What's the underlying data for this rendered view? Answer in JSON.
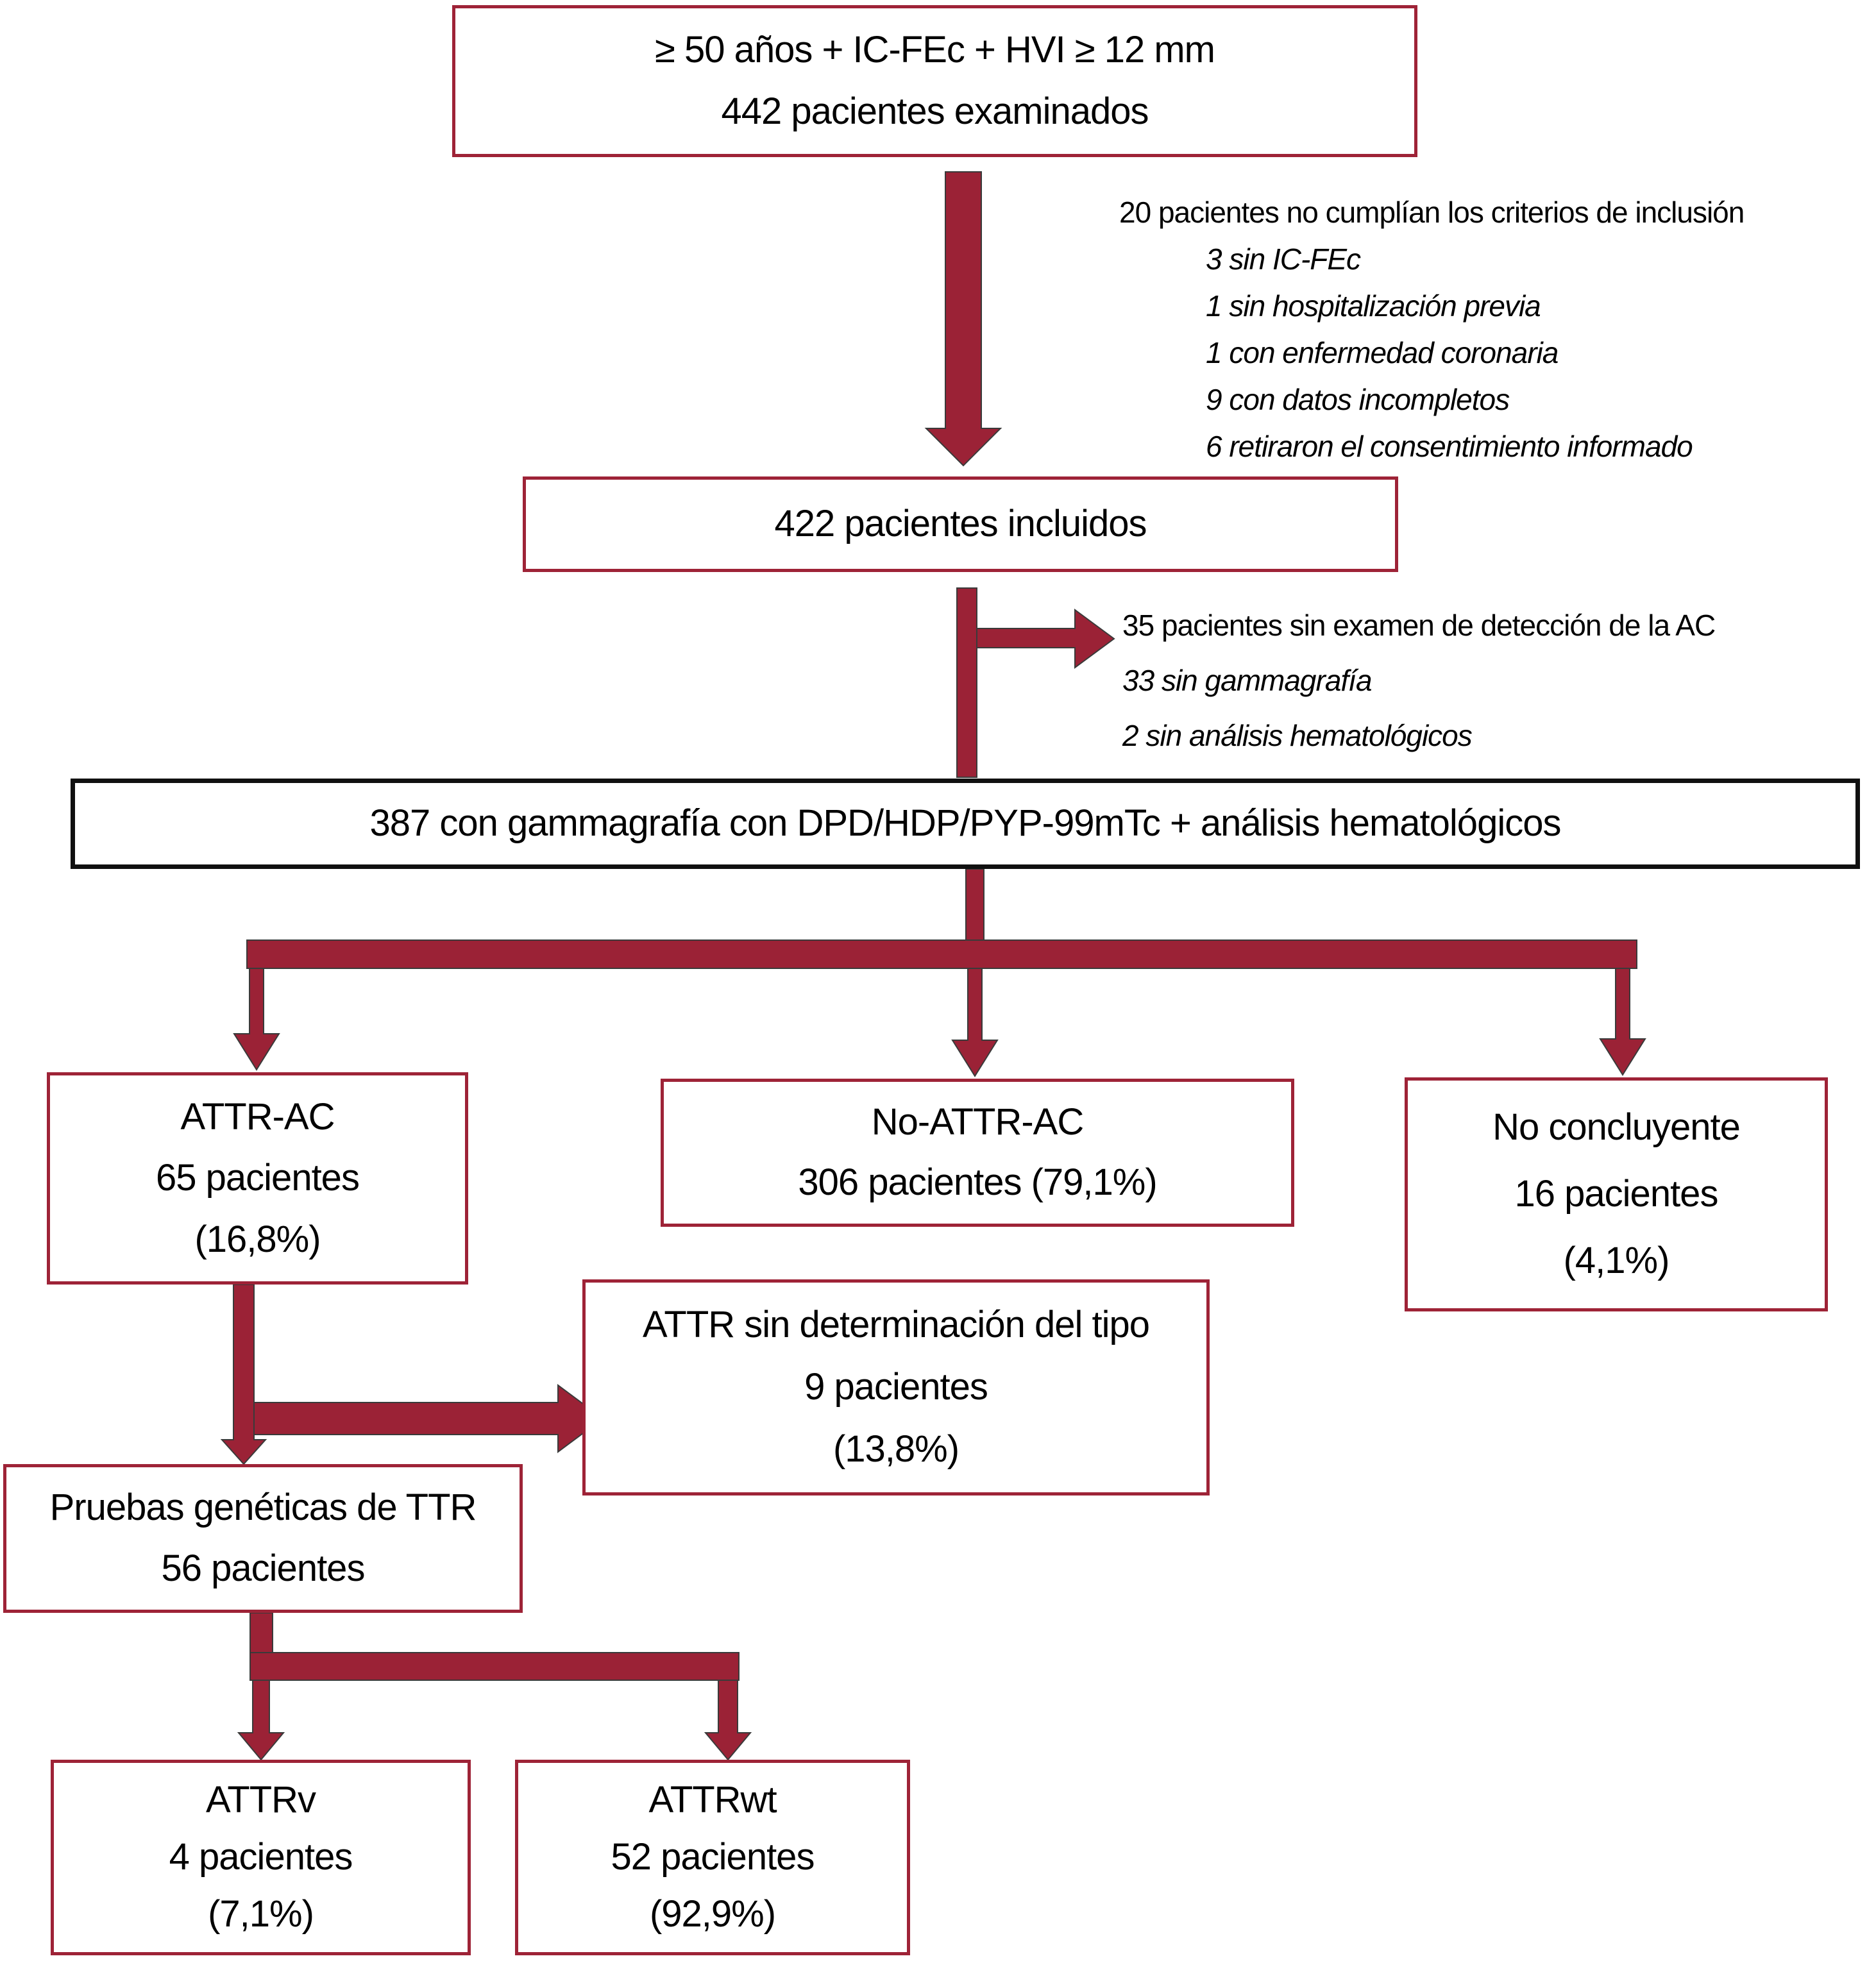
{
  "palette": {
    "maroon_fill": "#9B2236",
    "maroon_border": "#9E2337",
    "black_border": "#101010",
    "text": "#000000",
    "background": "#ffffff"
  },
  "boxes": {
    "screened": {
      "criteria": "≥ 50 años + IC-FEc + HVI ≥ 12 mm",
      "count": "442 pacientes examinados"
    },
    "included": {
      "count": "422 pacientes incluidos"
    },
    "scintigraphy": {
      "label": "387 con gammagrafía con DPD/HDP/PYP-99mTc + análisis hematológicos"
    },
    "attr_ac": {
      "title": "ATTR-AC",
      "count": "65 pacientes",
      "percent": "(16,8%)"
    },
    "no_attr_ac": {
      "title": "No-ATTR-AC",
      "count": "306 pacientes (79,1%)"
    },
    "inconclusive": {
      "title": "No concluyente",
      "count": "16 pacientes",
      "percent": "(4,1%)"
    },
    "attr_untyped": {
      "title": "ATTR sin determinación del tipo",
      "count": "9 pacientes",
      "percent": "(13,8%)"
    },
    "genetic_testing": {
      "title": "Pruebas genéticas de TTR",
      "count": "56 pacientes"
    },
    "attrv": {
      "title": "ATTRv",
      "count": "4 pacientes",
      "percent": "(7,1%)"
    },
    "attrwt": {
      "title": "ATTRwt",
      "count": "52 pacientes",
      "percent": "(92,9%)"
    }
  },
  "annotations": {
    "excluded": {
      "header": "20 pacientes no cumplían los criterios de inclusión",
      "items": [
        "3 sin IC-FEc",
        "1 sin hospitalización previa",
        "1 con enfermedad coronaria",
        "9 con datos incompletos",
        "6 retiraron el consentimiento informado"
      ]
    },
    "no_screening": {
      "header": "35 pacientes sin examen de detección de la AC",
      "items": [
        "33 sin gammagrafía",
        "2 sin análisis hematológicos"
      ]
    }
  }
}
